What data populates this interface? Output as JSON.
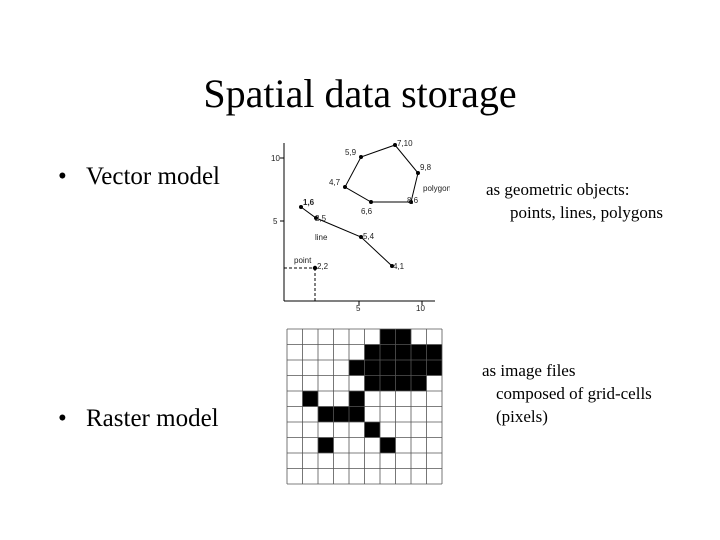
{
  "title": "Spatial data storage",
  "bullets": {
    "vector": "Vector model",
    "raster": "Raster model"
  },
  "descriptions": {
    "vector_line1": "as geometric objects:",
    "vector_line2": "points, lines, polygons",
    "raster_line1": "as image files",
    "raster_line2": "composed of grid-cells",
    "raster_line3": "(pixels)"
  },
  "vector_figure": {
    "y_ticks": [
      "10",
      "5"
    ],
    "x_ticks": [
      "5",
      "10"
    ],
    "labels": {
      "p710": "7,10",
      "p59": "5,9",
      "p98": "9,8",
      "p47": "4,7",
      "polygon": "polygon",
      "p86": "8,6",
      "p16": "1,6",
      "p66": "6,6",
      "p25": "2,5",
      "line": "line",
      "p54": "5,4",
      "point": "point",
      "p22": "2,2",
      "p41": "4,1"
    }
  },
  "raster_figure": {
    "rows": 10,
    "cols": 10,
    "filled": [
      [
        0,
        6
      ],
      [
        0,
        7
      ],
      [
        1,
        5
      ],
      [
        1,
        6
      ],
      [
        1,
        7
      ],
      [
        1,
        8
      ],
      [
        1,
        9
      ],
      [
        2,
        4
      ],
      [
        2,
        5
      ],
      [
        2,
        6
      ],
      [
        2,
        7
      ],
      [
        2,
        8
      ],
      [
        2,
        9
      ],
      [
        3,
        5
      ],
      [
        3,
        6
      ],
      [
        3,
        7
      ],
      [
        3,
        8
      ],
      [
        4,
        1
      ],
      [
        4,
        4
      ],
      [
        5,
        2
      ],
      [
        5,
        3
      ],
      [
        5,
        4
      ],
      [
        6,
        5
      ],
      [
        7,
        2
      ],
      [
        7,
        6
      ]
    ]
  }
}
